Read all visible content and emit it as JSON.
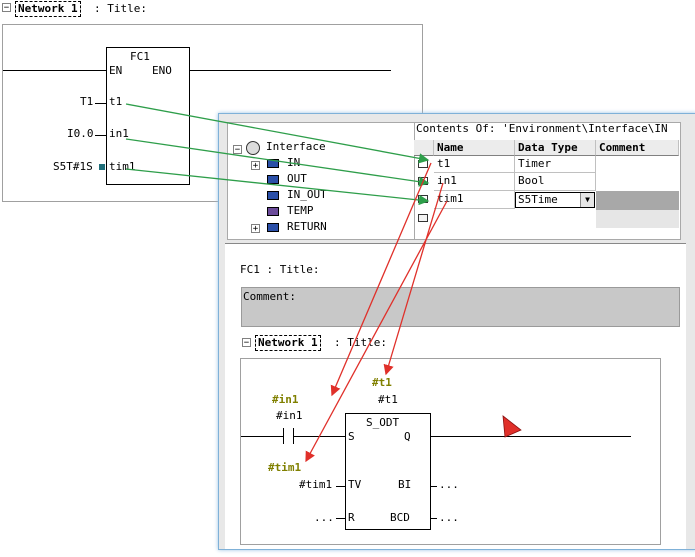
{
  "top_network": {
    "network_label": "Network 1",
    "title_label": ": Title:",
    "block_name": "FC1",
    "en_label": "EN",
    "eno_label": "ENO",
    "pins": [
      {
        "actual": "T1",
        "formal": "t1"
      },
      {
        "actual": "I0.0",
        "formal": "in1"
      },
      {
        "actual": "S5T#1S",
        "formal": "tim1"
      }
    ]
  },
  "interface_tree": {
    "root": "Interface",
    "items": [
      "IN",
      "OUT",
      "IN_OUT",
      "TEMP",
      "RETURN"
    ]
  },
  "contents": {
    "header": "Contents Of: 'Environment\\Interface\\IN",
    "columns": [
      "Name",
      "Data Type",
      "Comment"
    ],
    "rows": [
      {
        "name": "t1",
        "type": "Timer",
        "comment": ""
      },
      {
        "name": "in1",
        "type": "Bool",
        "comment": ""
      },
      {
        "name": "tim1",
        "type": "S5Time",
        "comment": ""
      }
    ]
  },
  "editor": {
    "block_title": "FC1 : Title:",
    "comment_label": "Comment:",
    "network_label": "Network 1",
    "network_title": ": Title:",
    "contact_symbol": "#in1",
    "contact_addr": "#in1",
    "timer_symbol": "#t1",
    "timer_addr": "#t1",
    "timer_type": "S_ODT",
    "pin_s": "S",
    "pin_q": "Q",
    "pin_tv": "TV",
    "pin_bi": "BI",
    "pin_r": "R",
    "pin_bcd": "BCD",
    "tv_symbol": "#tim1",
    "tv_addr": "#tim1",
    "dots": "..."
  },
  "colors": {
    "green_arrow": "#2e9e4a",
    "red_arrow": "#e0302a",
    "olive_text": "#808000",
    "grey_band": "#c8c8c8"
  }
}
